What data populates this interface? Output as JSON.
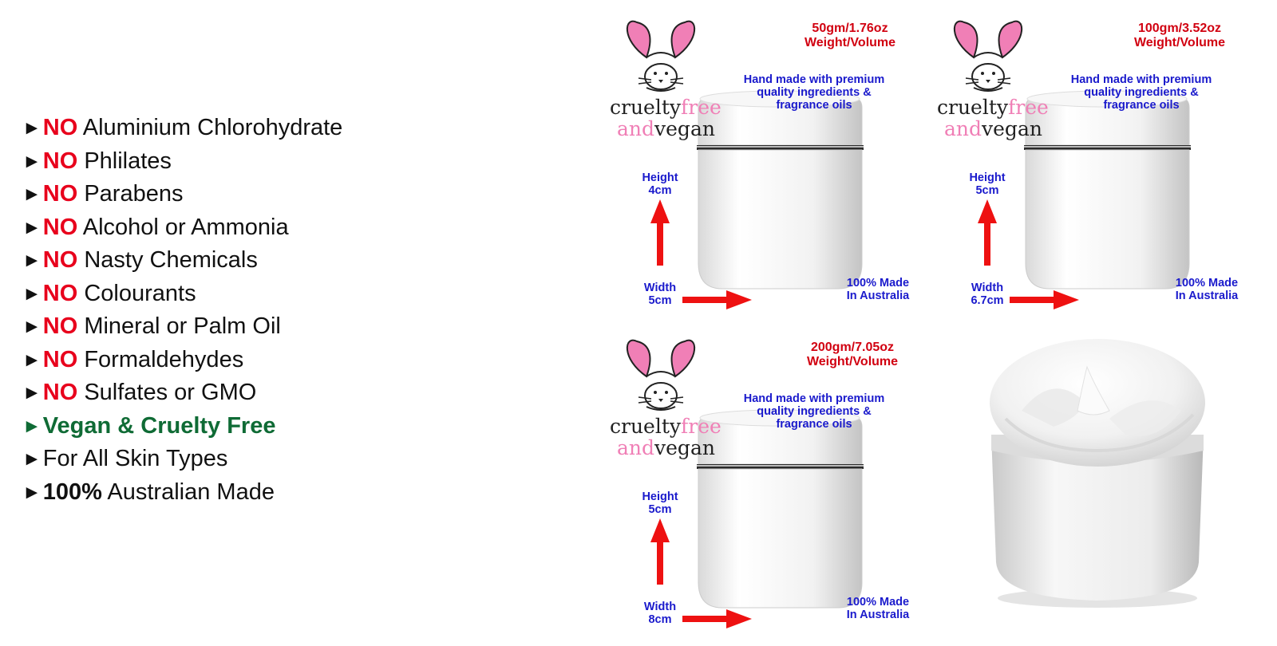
{
  "features": [
    {
      "arrow": "►",
      "keyword": "NO",
      "text": " Aluminium Chlorohydrate",
      "style": "neg"
    },
    {
      "arrow": "►",
      "keyword": "NO",
      "text": " Phlilates",
      "style": "neg"
    },
    {
      "arrow": "►",
      "keyword": "NO",
      "text": " Parabens",
      "style": "neg"
    },
    {
      "arrow": "►",
      "keyword": "NO",
      "text": " Alcohol or Ammonia",
      "style": "neg"
    },
    {
      "arrow": "►",
      "keyword": "NO",
      "text": " Nasty Chemicals",
      "style": "neg"
    },
    {
      "arrow": "►",
      "keyword": "NO",
      "text": " Colourants",
      "style": "neg"
    },
    {
      "arrow": "►",
      "keyword": "NO",
      "text": " Mineral or Palm Oil",
      "style": "neg"
    },
    {
      "arrow": "►",
      "keyword": "NO",
      "text": " Formaldehydes",
      "style": "neg"
    },
    {
      "arrow": "►",
      "keyword": "NO",
      "text": " Sulfates or GMO",
      "style": "neg"
    },
    {
      "arrow": "►",
      "keyword": "",
      "text": "Vegan & Cruelty Free",
      "style": "green"
    },
    {
      "arrow": "►",
      "keyword": "",
      "text": "For All Skin Types",
      "style": "plain"
    },
    {
      "arrow": "►",
      "keyword": "100%",
      "text": " Australian Made",
      "style": "bold"
    }
  ],
  "logo": {
    "word1a": "cruelty",
    "word1b": "free",
    "word2a": "and",
    "word2b": "vegan"
  },
  "panels": [
    {
      "weight": "50gm/1.76oz",
      "weight_label": "Weight/Volume",
      "description": [
        "Hand made with premium",
        "quality ingredients &",
        "fragrance oils"
      ],
      "height_label": "Height",
      "height_value": "4cm",
      "width_label": "Width",
      "width_value": "5cm",
      "made_line1": "100% Made",
      "made_line2": "In Australia"
    },
    {
      "weight": "100gm/3.52oz",
      "weight_label": "Weight/Volume",
      "description": [
        "Hand made with premium",
        "quality ingredients &",
        "fragrance oils"
      ],
      "height_label": "Height",
      "height_value": "5cm",
      "width_label": "Width",
      "width_value": "6.7cm",
      "made_line1": "100% Made",
      "made_line2": "In Australia"
    },
    {
      "weight": "200gm/7.05oz",
      "weight_label": "Weight/Volume",
      "description": [
        "Hand made with premium",
        "quality ingredients &",
        "fragrance oils"
      ],
      "height_label": "Height",
      "height_value": "5cm",
      "width_label": "Width",
      "width_value": "8cm",
      "made_line1": "100% Made",
      "made_line2": "In Australia"
    }
  ],
  "colors": {
    "no_red": "#e8001c",
    "vegan_green": "#0f6b35",
    "label_red": "#d10010",
    "label_blue": "#1a1acc",
    "logo_pink": "#f07fb6"
  }
}
